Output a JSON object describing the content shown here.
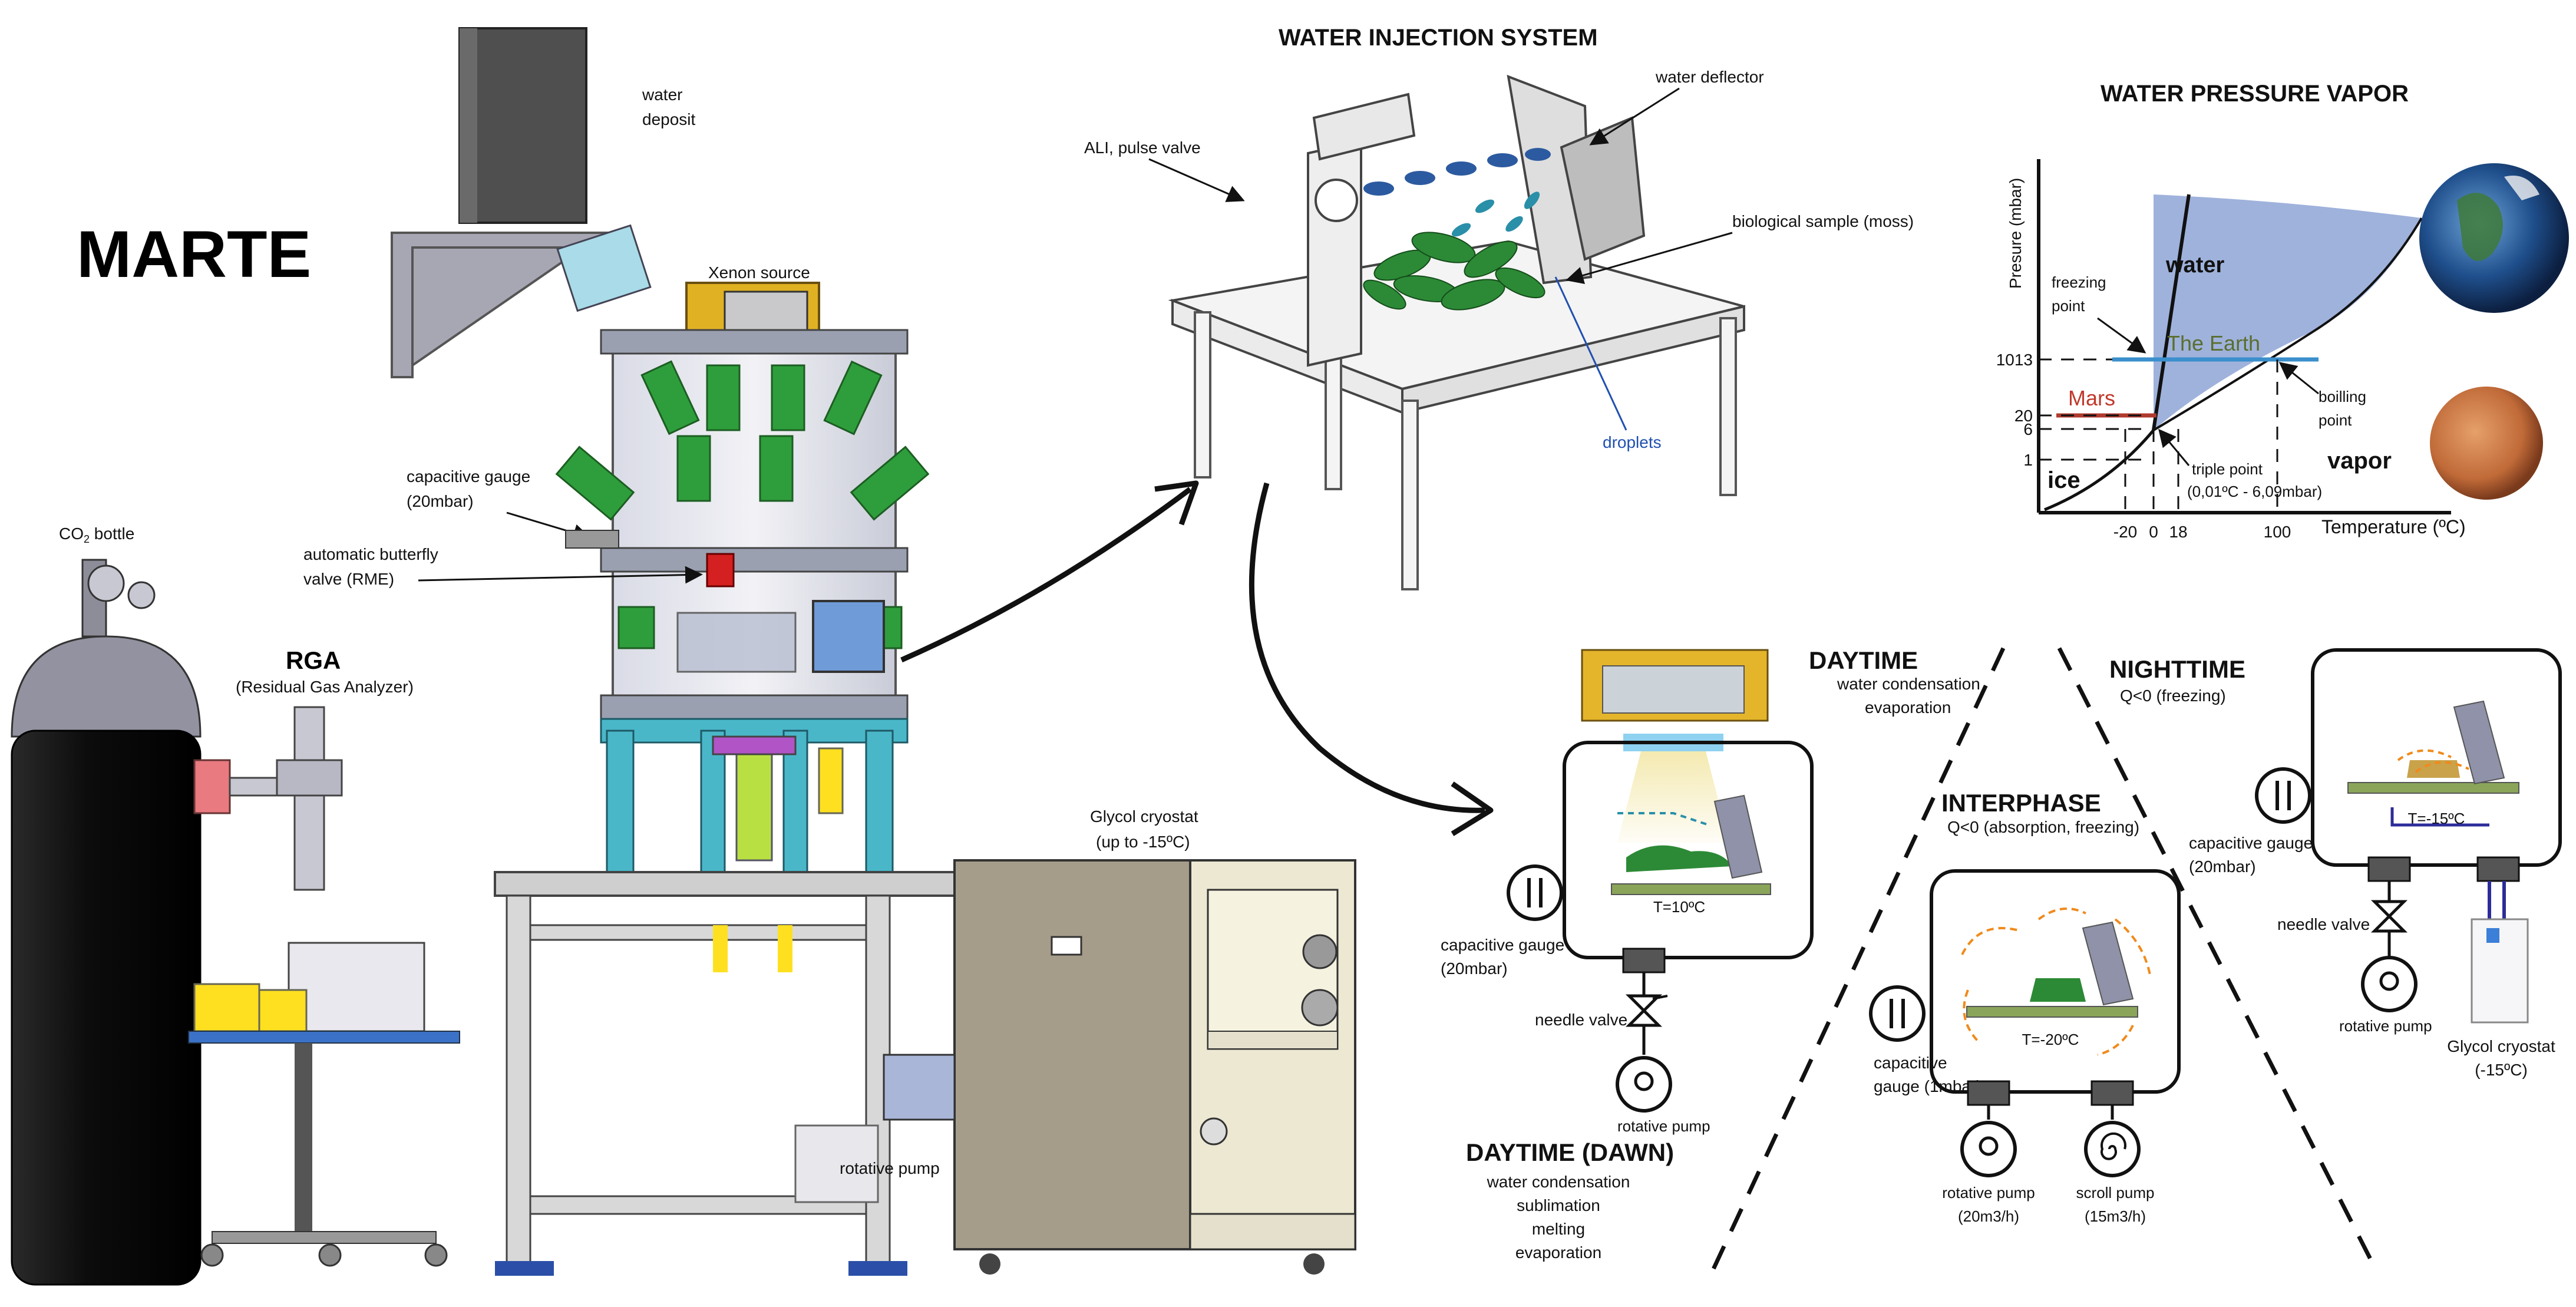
{
  "marte": {
    "title": "MARTE",
    "water_deposit": [
      "water",
      "deposit"
    ],
    "xenon_source": "Xenon source",
    "capacitive_gauge": [
      "capacitive gauge",
      "(20mbar)"
    ],
    "butterfly_valve": [
      "automatic butterfly",
      "valve (RME)"
    ],
    "co2_bottle": [
      "CO",
      "2",
      " bottle"
    ],
    "rga_title": "RGA",
    "rga_sub": "(Residual Gas Analyzer)",
    "glycol": [
      "Glycol cryostat",
      "(up to -15ºC)"
    ],
    "rotative_pump": "rotative pump"
  },
  "injection": {
    "title": "WATER INJECTION SYSTEM",
    "water_deflector": "water deflector",
    "ali_valve": "ALI, pulse valve",
    "bio_sample": "biological sample (moss)",
    "droplets": "droplets"
  },
  "phase": {
    "title": "WATER PRESSURE VAPOR",
    "ylabel": "Presure (mbar)",
    "xlabel": "Temperature (ºC)",
    "water": "water",
    "ice": "ice",
    "vapor": "vapor",
    "earth": "The Earth",
    "mars": "Mars",
    "freezing": [
      "freezing",
      "point"
    ],
    "boiling": [
      "boilling",
      "point"
    ],
    "triple": [
      "triple point",
      "(0,01ºC - 6,09mbar)"
    ],
    "yticks": [
      {
        "label": "1013",
        "value": 1013
      },
      {
        "label": "20",
        "value": 20
      },
      {
        "label": "6",
        "value": 6
      },
      {
        "label": "1",
        "value": 1
      }
    ],
    "xticks": [
      {
        "label": "-20",
        "value": -20
      },
      {
        "label": "0",
        "value": 0
      },
      {
        "label": "18",
        "value": 18
      },
      {
        "label": "100",
        "value": 100
      }
    ],
    "colors": {
      "water_fill": "#9fb2dc",
      "earth_line": "#3a8fcc",
      "mars_line": "#b03a2e",
      "earth_text": "#5a6e2e",
      "mars_text": "#c0392b"
    }
  },
  "daytime": {
    "title": "DAYTIME",
    "sub": [
      "water condensation",
      "evaporation"
    ],
    "temp": "T=10ºC",
    "gauge": [
      "capacitive gauge",
      "(20mbar)"
    ],
    "needle": "needle valve",
    "pump": "rotative pump",
    "dawn_title": "DAYTIME (DAWN)",
    "dawn_lines": [
      "water condensation",
      "sublimation",
      "melting",
      "evaporation"
    ]
  },
  "interphase": {
    "title": "INTERPHASE",
    "sub": "Q<0 (absorption, freezing)",
    "temp": "T=-20ºC",
    "gauge": [
      "capacitive",
      "gauge (1mbar)"
    ],
    "pump1": [
      "rotative pump",
      "(20m3/h)"
    ],
    "pump2": [
      "scroll pump",
      "(15m3/h)"
    ]
  },
  "nighttime": {
    "title": "NIGHTTIME",
    "sub": "Q<0 (freezing)",
    "temp": "T=-15ºC",
    "gauge": [
      "capacitive gauge",
      "(20mbar)"
    ],
    "needle": "needle valve",
    "pump": "rotative pump",
    "cryostat": [
      "Glycol cryostat",
      "(-15ºC)"
    ]
  }
}
